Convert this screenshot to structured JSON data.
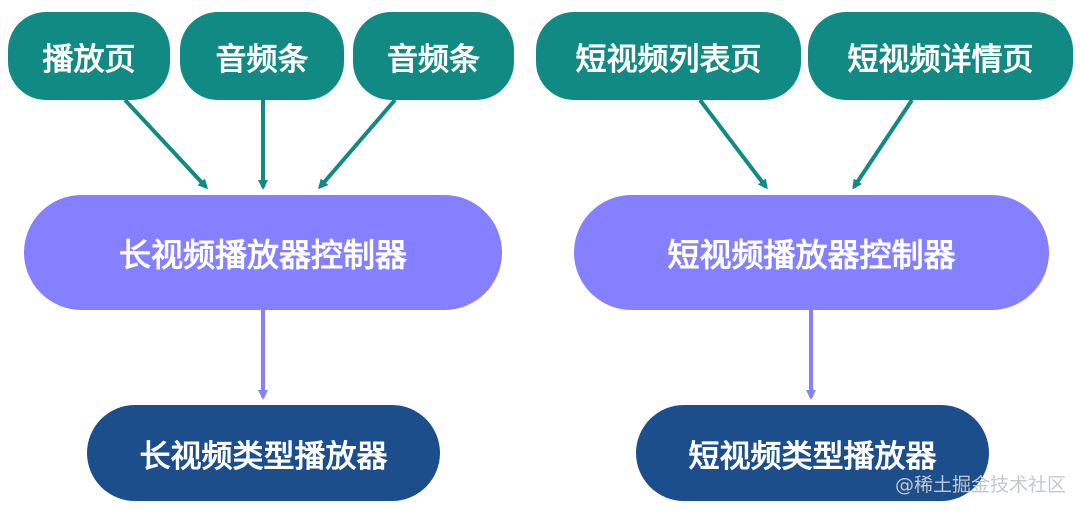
{
  "colors": {
    "source_node": "#128a84",
    "controller_node": "#8580ff",
    "player_node": "#1d4e8c",
    "source_arrow": "#128a84",
    "controller_arrow": "#8580ff",
    "text": "#ffffff"
  },
  "left_group": {
    "sources": [
      {
        "label": "播放页"
      },
      {
        "label": "音频条"
      },
      {
        "label": "音频条"
      }
    ],
    "controller": {
      "label": "长视频播放器控制器"
    },
    "player": {
      "label": "长视频类型播放器"
    }
  },
  "right_group": {
    "sources": [
      {
        "label": "短视频列表页"
      },
      {
        "label": "短视频详情页"
      }
    ],
    "controller": {
      "label": "短视频播放器控制器"
    },
    "player": {
      "label": "短视频类型播放器"
    }
  },
  "watermark": {
    "text": "@稀土掘金技术社区"
  }
}
